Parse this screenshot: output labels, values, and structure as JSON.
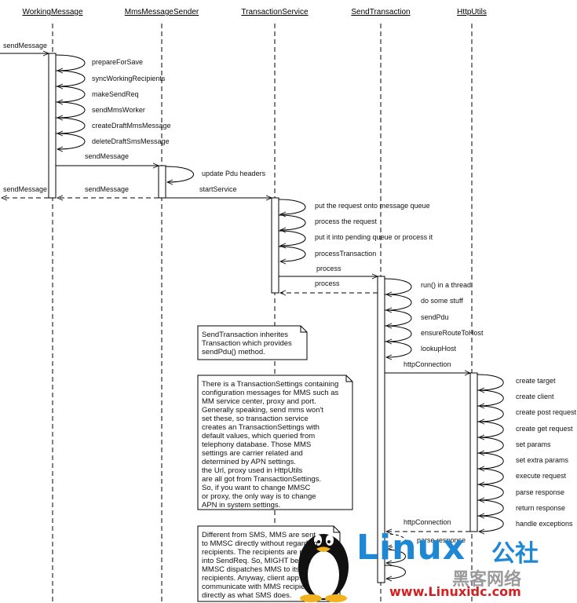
{
  "participants": [
    {
      "id": "wm",
      "label": "WorkingMessage"
    },
    {
      "id": "mms",
      "label": "MmsMessageSender"
    },
    {
      "id": "ts",
      "label": "TransactionService"
    },
    {
      "id": "st",
      "label": "SendTransaction"
    },
    {
      "id": "hu",
      "label": "HttpUtils"
    }
  ],
  "messages": [
    {
      "label": "sendMessage"
    },
    {
      "label": "prepareForSave"
    },
    {
      "label": "syncWorkingRecipients"
    },
    {
      "label": "makeSendReq"
    },
    {
      "label": "sendMmsWorker"
    },
    {
      "label": "createDraftMmsMessage"
    },
    {
      "label": "deleteDraftSmsMessage"
    },
    {
      "label": "sendMessage"
    },
    {
      "label": "update Pdu headers"
    },
    {
      "label": "sendMessage"
    },
    {
      "label": "sendMessage"
    },
    {
      "label": "startService"
    },
    {
      "label": "put the request onto message queue"
    },
    {
      "label": "process the request"
    },
    {
      "label": "put it into pending queue or process it"
    },
    {
      "label": "processTransaction"
    },
    {
      "label": "process"
    },
    {
      "label": "process"
    },
    {
      "label": "run() in a thread"
    },
    {
      "label": "do some stuff"
    },
    {
      "label": "sendPdu"
    },
    {
      "label": "ensureRouteToHost"
    },
    {
      "label": "lookupHost"
    },
    {
      "label": "httpConnection"
    },
    {
      "label": "create target"
    },
    {
      "label": "create client"
    },
    {
      "label": "create post request"
    },
    {
      "label": "create get request"
    },
    {
      "label": "set params"
    },
    {
      "label": "set extra params"
    },
    {
      "label": "execute request"
    },
    {
      "label": "parse response"
    },
    {
      "label": "return response"
    },
    {
      "label": "handle exceptions"
    },
    {
      "label": "httpConnection"
    },
    {
      "label": "parse response"
    }
  ],
  "notes": [
    {
      "text": "SendTransaction inherites\nTransaction which provides\nsendPdu() method."
    },
    {
      "text": "There is a TransactionSettings containing\nconfiguration messages for MMS such as\nMM service center, proxy and port.\nGenerally speaking, send mms won't\nset these, so transaction service\ncreates an TransactionSettings with\ndefault values, which queried from\ntelephony database. Those MMS\nsettings are carrier related and\ndetermined by APN settings.\nthe Url, proxy used in HttpUtils\nare all got from TransactionSettings.\nSo, if you want to change MMSC\nor proxy, the only way is to change\nAPN in system settings."
    },
    {
      "text": "Different from SMS, MMS are sent\nto MMSC directly without regarding\nrecipients. The recipients are pack\ninto SendReq. So, MIGHT be the\nMMSC dispatches MMS to its\nrecipients. Anyway, client app w\ncommunicate with MMS recipie\ndirectly as what SMS does."
    }
  ],
  "watermark": {
    "brand": "Linux",
    "brand_cn": "公社",
    "tagline": "黑客网络",
    "url": "www.Linuxidc.com"
  },
  "colors": {
    "line": "#000000",
    "text": "#111111",
    "watermark_blue": "#1e88d4",
    "watermark_red": "#d42020"
  }
}
